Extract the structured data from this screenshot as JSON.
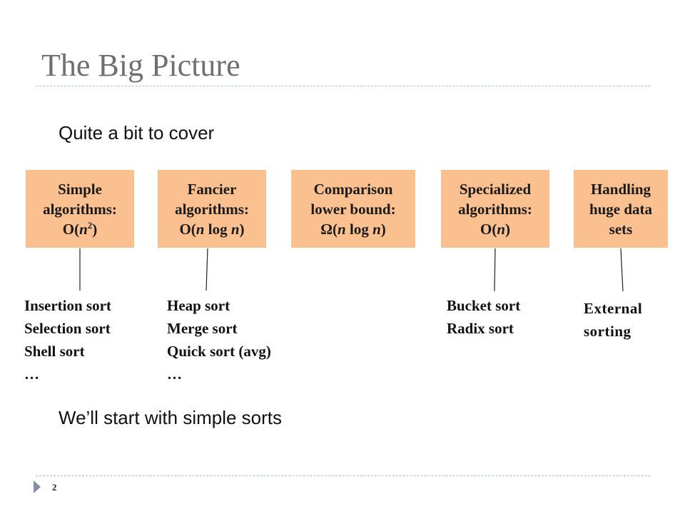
{
  "slide": {
    "title": "The Big Picture",
    "bullets": [
      "Quite a bit to cover",
      "We’ll start with simple sorts"
    ],
    "page_number": "2"
  },
  "colors": {
    "box_fill": "#fac090",
    "title_text": "#6d6f73",
    "divider": "#a9bdd2",
    "footer_arrow": "#7f8fa6"
  },
  "categories": [
    {
      "line1": "Simple",
      "line2": "algorithms:",
      "complexity": {
        "prefix": "O(",
        "var": "n",
        "sup": "2",
        "suffix": ")"
      },
      "items": [
        "Insertion sort",
        "Selection sort",
        "Shell sort",
        "…"
      ]
    },
    {
      "line1": "Fancier",
      "line2": "algorithms:",
      "complexity": {
        "prefix": "O(",
        "var": "n",
        "mid": " log ",
        "var2": "n",
        "suffix": ")"
      },
      "items": [
        "Heap sort",
        "Merge sort",
        "Quick sort (avg)",
        "…"
      ]
    },
    {
      "line1": "Comparison",
      "line2": "lower bound:",
      "complexity": {
        "prefix": "Ω(",
        "var": "n",
        "mid": " log ",
        "var2": "n",
        "suffix": ")"
      },
      "items": []
    },
    {
      "line1": "Specialized",
      "line2": "algorithms:",
      "complexity": {
        "prefix": "O(",
        "var": "n",
        "suffix": ")"
      },
      "items": [
        "Bucket sort",
        "Radix sort"
      ]
    },
    {
      "line1": "Handling",
      "line2": "huge data",
      "line3": "sets",
      "items": [
        "External",
        "sorting"
      ]
    }
  ]
}
